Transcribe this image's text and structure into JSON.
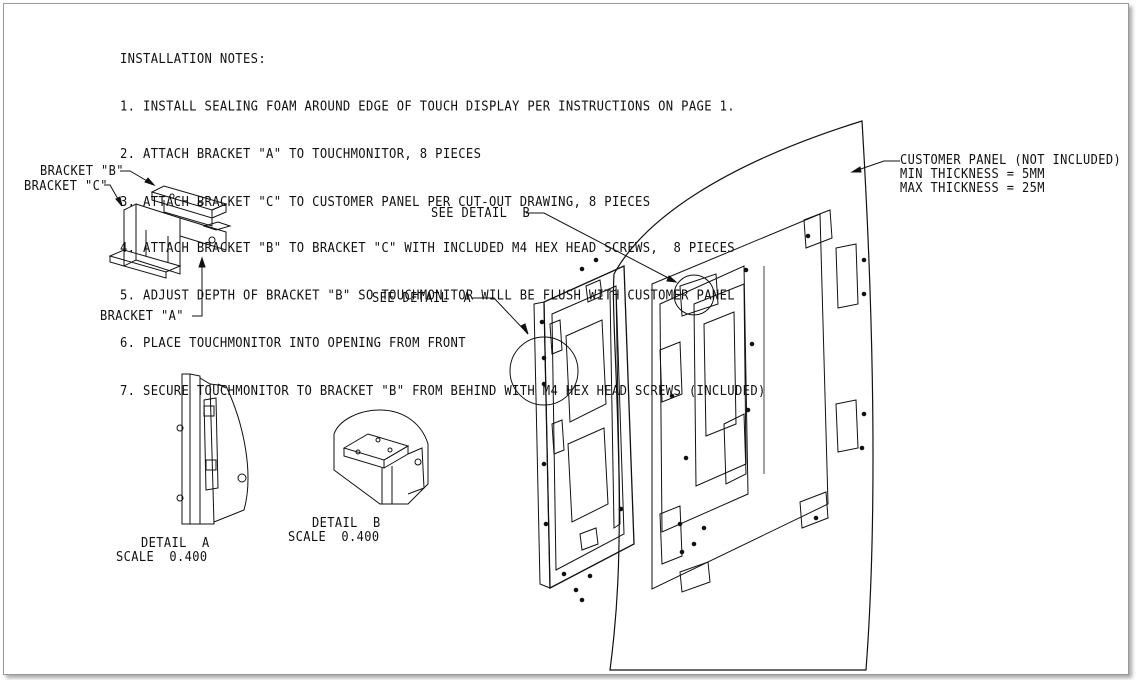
{
  "notes": {
    "heading": "INSTALLATION NOTES:",
    "items": [
      "1. INSTALL SEALING FOAM AROUND EDGE OF TOUCH DISPLAY PER INSTRUCTIONS ON PAGE 1.",
      "2. ATTACH BRACKET \"A\" TO TOUCHMONITOR, 8 PIECES",
      "3. ATTACH BRACKET \"C\" TO CUSTOMER PANEL PER CUT-OUT DRAWING, 8 PIECES",
      "4. ATTACH BRACKET \"B\" TO BRACKET \"C\" WITH INCLUDED M4 HEX HEAD SCREWS,  8 PIECES",
      "5. ADJUST DEPTH OF BRACKET \"B\" SO TOUCHMONITOR WILL BE FLUSH WITH CUSTOMER PANEL",
      "6. PLACE TOUCHMONITOR INTO OPENING FROM FRONT",
      "7. SECURE TOUCHMONITOR TO BRACKET \"B\" FROM BEHIND WITH M4 HEX HEAD SCREWS (INCLUDED)"
    ]
  },
  "brackets": {
    "bracket_b": "BRACKET \"B\"",
    "bracket_c": "BRACKET \"C\"",
    "bracket_a": "BRACKET \"A\""
  },
  "panel": {
    "name": "CUSTOMER PANEL (NOT INCLUDED)",
    "min": "MIN THICKNESS = 5MM",
    "max": "MAX THICKNESS = 25M"
  },
  "callouts": {
    "detail_b": "SEE DETAIL  B",
    "detail_a": "SEE DETAIL  A"
  },
  "details": {
    "a_title": "DETAIL  A",
    "a_scale": "SCALE  0.400",
    "b_title": "DETAIL  B",
    "b_scale": "SCALE  0.400"
  },
  "colors": {
    "line": "#111111",
    "frame": "#9a9a9a"
  }
}
